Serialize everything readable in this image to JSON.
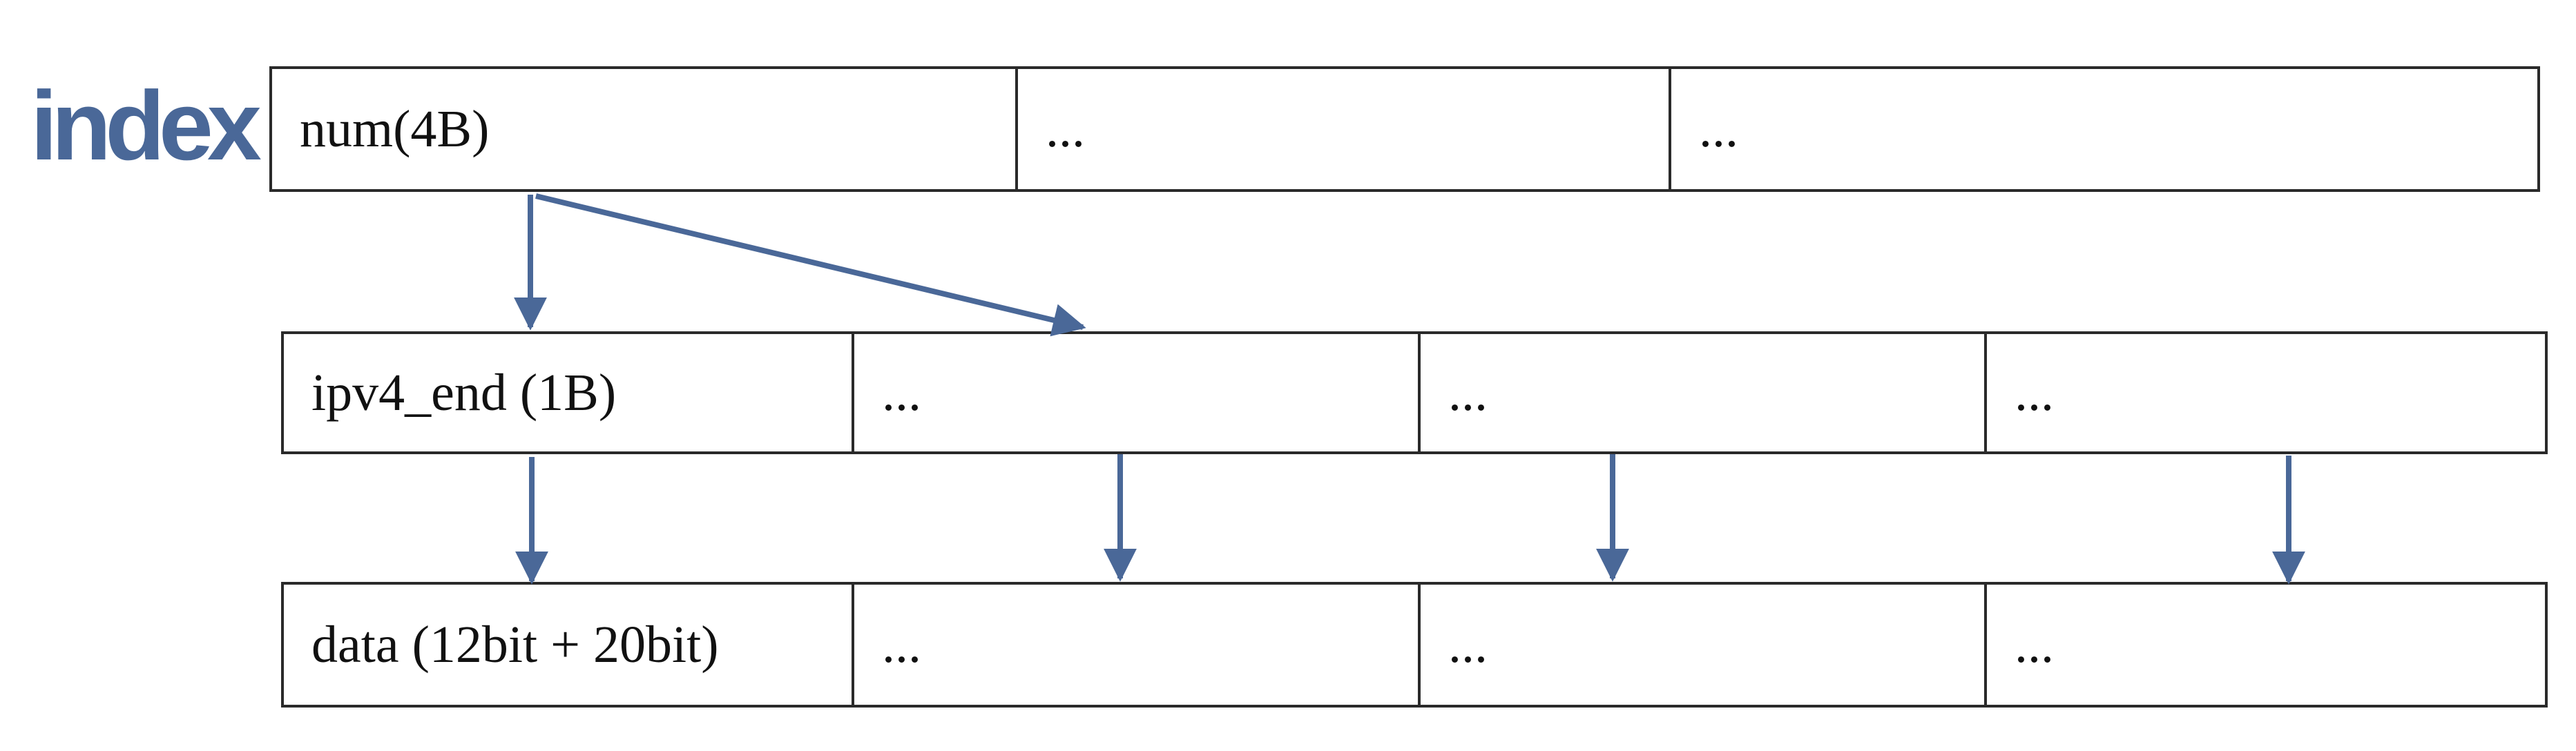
{
  "title": "index",
  "colors": {
    "arrow": "#4a6898",
    "title": "#4a6898",
    "border": "#2a2a2a"
  },
  "rows": [
    {
      "id": "index",
      "cells": [
        "num(4B)",
        "...",
        "..."
      ]
    },
    {
      "id": "ipv4_end",
      "cells": [
        "ipv4_end (1B)",
        "...",
        "...",
        "..."
      ]
    },
    {
      "id": "data",
      "cells": [
        "data (12bit + 20bit)",
        "...",
        "...",
        "..."
      ]
    }
  ],
  "edges": [
    {
      "from": "index.num(4B)",
      "to": "ipv4_end.ipv4_end (1B)"
    },
    {
      "from": "index.num(4B)",
      "to": "ipv4_end.cell-2"
    },
    {
      "from": "ipv4_end.ipv4_end (1B)",
      "to": "data.data (12bit + 20bit)"
    },
    {
      "from": "ipv4_end.cell-2",
      "to": "data.cell-2"
    },
    {
      "from": "ipv4_end.cell-3",
      "to": "data.cell-3"
    },
    {
      "from": "ipv4_end.cell-4",
      "to": "data.cell-4"
    }
  ]
}
